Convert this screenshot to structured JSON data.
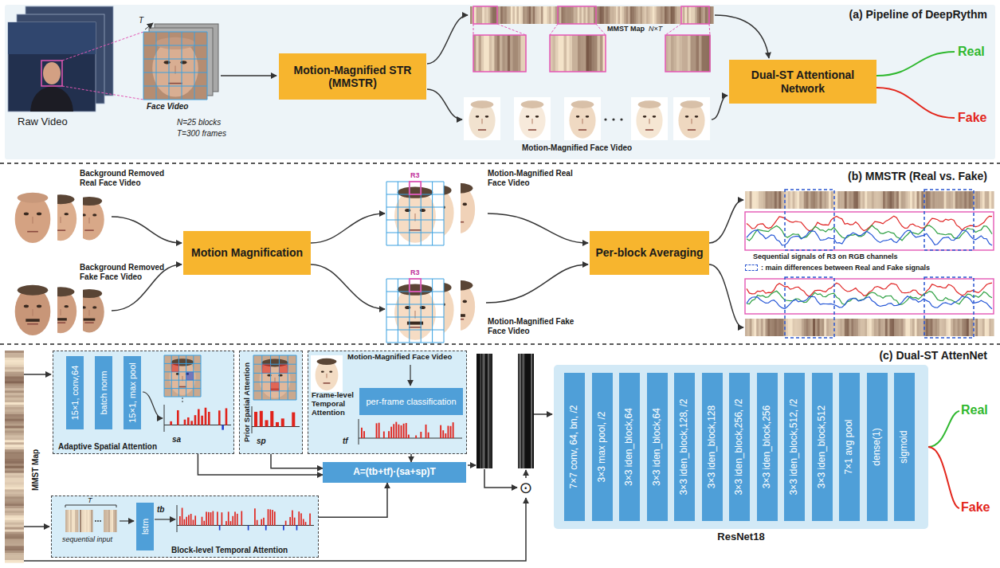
{
  "diagram": {
    "nodes": [
      {
        "text": [
          "(a) Pipeline of DeepRythm"
        ]
      },
      {
        "text": [
          "Motion-Magnified STR (MMSTR)"
        ],
        "in": 0
      },
      {
        "text": [
          "Dual-ST Attentional Network"
        ],
        "in": 0
      },
      {
        "text": [
          "(b) MMSTR (Real vs. Fake)"
        ]
      },
      {
        "text": [
          "Motion Magnification"
        ],
        "in": 3
      },
      {
        "text": [
          "Per-block Averaging"
        ],
        "in": 3
      },
      {
        "text": [
          "(c) Dual-ST AttenNet"
        ]
      },
      {
        "text": [
          "Adaptive Spatial Attention"
        ],
        "in": 6
      },
      {
        "text": [
          "15×1, conv,64"
        ],
        "in": 7
      },
      {
        "text": [
          "batch norm"
        ],
        "in": 7
      },
      {
        "text": [
          "15×1, max pool"
        ],
        "in": 7
      },
      {
        "text": [
          "Prior Spatial Attention"
        ],
        "in": 6
      },
      {
        "text": [
          "Frame-level Temporal Attention"
        ],
        "in": 6
      },
      {
        "text": [
          "per-frame classification"
        ],
        "in": 12
      },
      {
        "text": [
          "A=(tb+tf)·(sa+sp)T"
        ],
        "in": 6
      },
      {
        "text": [
          "Block-level Temporal Attention"
        ],
        "in": 6
      },
      {
        "text": [
          "lstm"
        ],
        "in": 15
      },
      {
        "text": [
          "ResNet18"
        ],
        "in": 6
      },
      {
        "text": [
          "7×7 conv, 64, bn, /2"
        ],
        "in": 17
      },
      {
        "text": [
          "3×3 max pool, /2"
        ],
        "in": 17
      },
      {
        "text": [
          "3×3 iden_block,64"
        ],
        "in": 17
      },
      {
        "text": [
          "3×3 iden_block,64"
        ],
        "in": 17
      },
      {
        "text": [
          "3×3 iden_block,128, /2"
        ],
        "in": 17
      },
      {
        "text": [
          "3×3 iden_block,128"
        ],
        "in": 17
      },
      {
        "text": [
          "3×3 iden_block,256, /2"
        ],
        "in": 17
      },
      {
        "text": [
          "3×3 iden_block,256"
        ],
        "in": 17
      },
      {
        "text": [
          "3×3 iden_block,512, /2"
        ],
        "in": 17
      },
      {
        "text": [
          "3×3 iden_block,512"
        ],
        "in": 17
      },
      {
        "text": [
          "7×1 avg pool"
        ],
        "in": 17
      },
      {
        "text": [
          "dense(1)"
        ],
        "in": 17
      },
      {
        "text": [
          "sigmoid"
        ],
        "in": 17
      }
    ],
    "edges": [
      {
        "from": 7,
        "to": 14,
        "arrow": "to"
      },
      {
        "from": 11,
        "to": 14,
        "arrow": "to"
      },
      {
        "from": 12,
        "to": 14,
        "arrow": "to"
      },
      {
        "from": 15,
        "to": 14,
        "arrow": "to"
      }
    ],
    "labels": [
      "Raw Video",
      "T",
      "Face Video",
      "N=25 blocks",
      "T=300 frames",
      "MMST Map",
      "N×T",
      "Motion-Magnified Face Video",
      "Real",
      "Fake",
      "Background Removed Real Face Video",
      "Background Removed Fake Face Video",
      "R3",
      "Motion-Magnified Real Face Video",
      "R3",
      "Motion-Magnified Fake Face Video",
      "Sequential signals of R3 on RGB channels",
      "MMST Map",
      "sa",
      "sp",
      "Motion-Magnified Face Video",
      "tf",
      "T",
      "sequential input",
      "tb",
      "⊙",
      "Real",
      "Fake"
    ],
    "legend": [
      {
        "text": ": main differences between Real and Fake signals"
      }
    ]
  }
}
